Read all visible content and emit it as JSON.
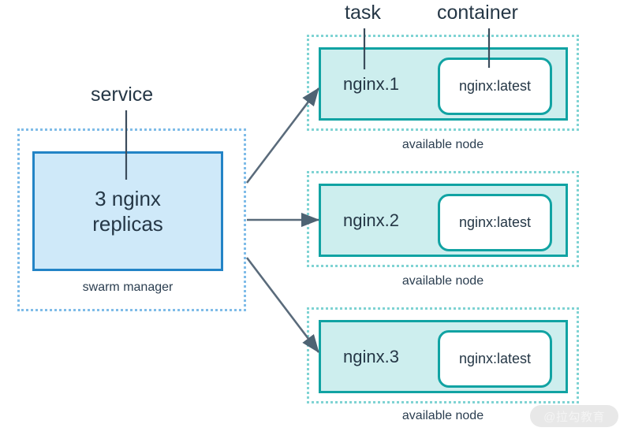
{
  "diagram": {
    "title": "Docker Swarm service / task / container diagram",
    "colors": {
      "service_fill": "#cfe9f9",
      "service_stroke": "#2384c6",
      "service_dashed": "#7fbce8",
      "node_fill": "#cdeeee",
      "node_stroke": "#11a3a3",
      "node_dashed": "#7fd3d3",
      "container_fill": "#ffffff",
      "text": "#253746",
      "arrow": "#5a6b7b"
    },
    "annotations": {
      "service": "service",
      "task": "task",
      "container": "container"
    },
    "service": {
      "line1": "3 nginx",
      "line2": "replicas",
      "caption": "swarm manager"
    },
    "nodes": [
      {
        "task_name": "nginx.1",
        "container_image": "nginx:latest",
        "caption": "available node"
      },
      {
        "task_name": "nginx.2",
        "container_image": "nginx:latest",
        "caption": "available node"
      },
      {
        "task_name": "nginx.3",
        "container_image": "nginx:latest",
        "caption": "available node"
      }
    ],
    "watermark": "@拉勾教育"
  }
}
